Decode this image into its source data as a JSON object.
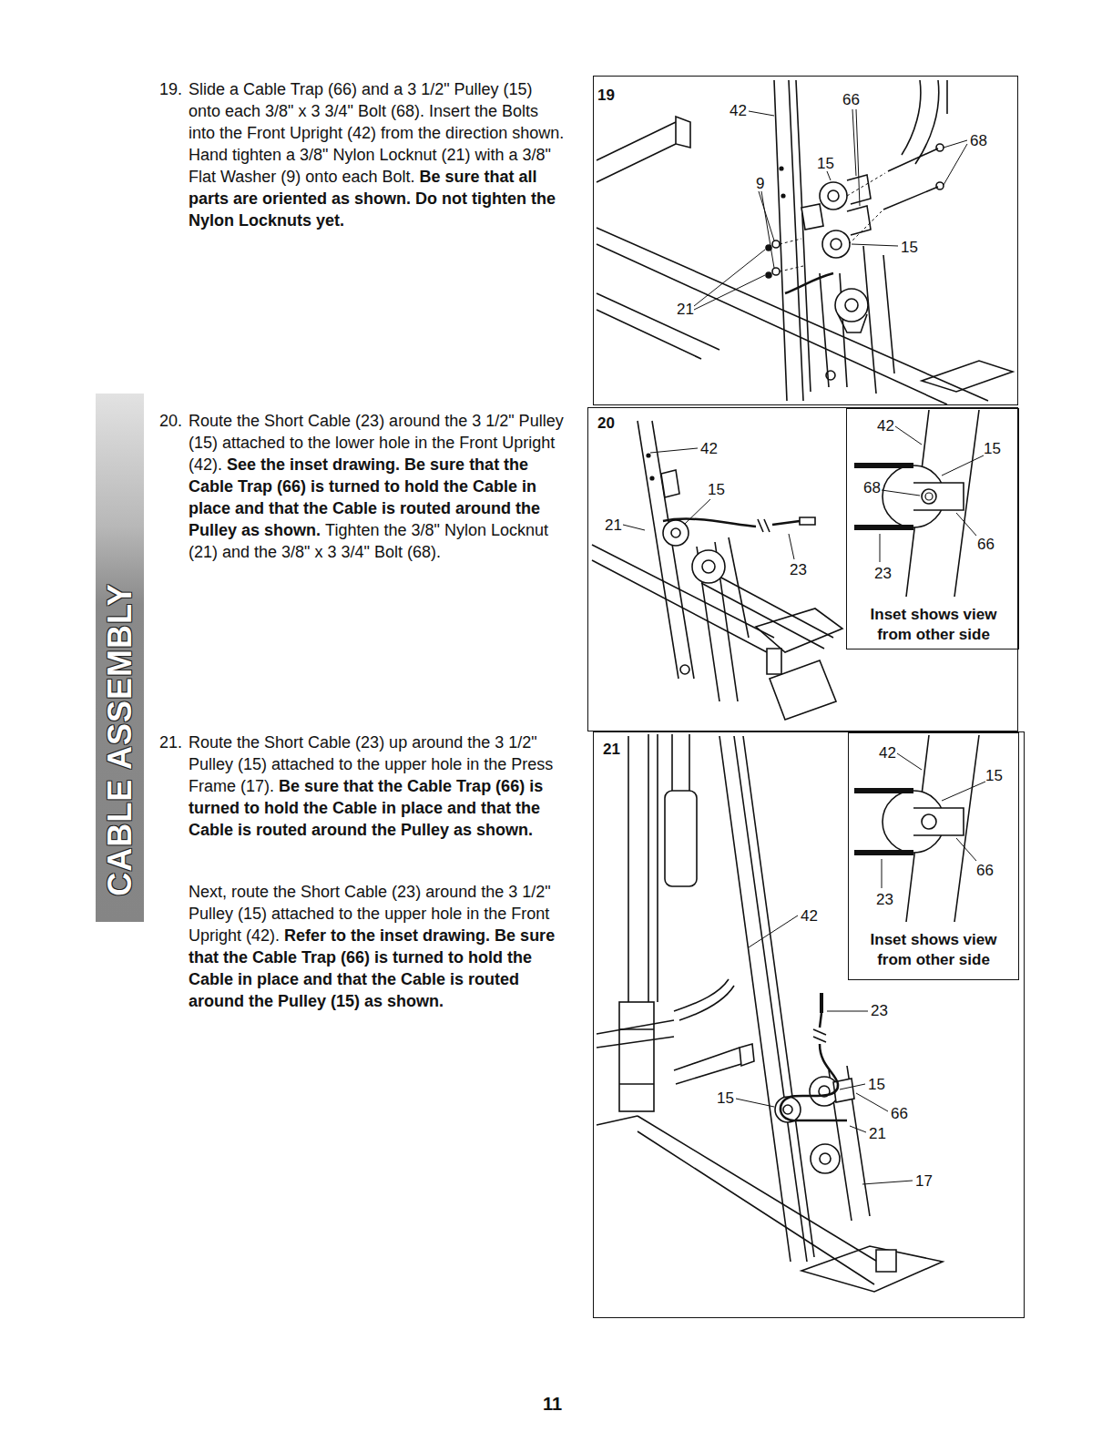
{
  "diagram": {
    "nodes": [
      {
        "text": [
          "CABLE ASSEMBLY"
        ]
      },
      {
        "text": [
          "19",
          "42",
          "66",
          "68",
          "15",
          "9",
          "15",
          "21"
        ]
      },
      {
        "text": [
          "20",
          "42",
          "15",
          "21",
          "23"
        ]
      },
      {
        "text": [
          "42",
          "15",
          "68",
          "66",
          "23",
          "Inset shows view from other side"
        ],
        "in": 2
      },
      {
        "text": [
          "21",
          "42",
          "23",
          "15",
          "15",
          "66",
          "21",
          "17"
        ]
      },
      {
        "text": [
          "42",
          "15",
          "66",
          "23",
          "Inset shows view from other side"
        ],
        "in": 4
      }
    ],
    "edges": [],
    "labels": [
      "19.",
      "Slide a Cable Trap (66) and a 3 1/2\" Pulley (15) onto each 3/8\" x 3 3/4\" Bolt (68). Insert the Bolts into the Front Upright (42) from the direction shown. Hand tighten a 3/8\" Nylon Locknut (21) with a 3/8\" Flat Washer (9) onto each Bolt.",
      "Be sure that all parts are oriented as shown. Do not tighten the Nylon Locknuts yet.",
      "20.",
      "Route the Short Cable (23) around the 3 1/2\" Pulley (15) attached to the lower hole in the Front Upright (42).",
      "See the inset drawing. Be sure that the Cable Trap (66) is turned to hold the Cable in place and that the Cable is routed around the Pulley as shown.",
      "Tighten the 3/8\" Nylon Locknut (21) and the 3/8\" x 3 3/4\" Bolt (68).",
      "21.",
      "Route the Short Cable (23) up around the 3 1/2\" Pulley (15) attached to the upper hole in the Press Frame (17).",
      "Be sure that the Cable Trap (66) is turned to hold the Cable in place and that the Cable is routed around the Pulley as shown.",
      "Next, route the Short Cable (23) around the 3 1/2\" Pulley (15) attached to the upper hole in the Front Upright (42).",
      "Refer to the inset drawing. Be sure that the Cable Trap (66) is turned to hold the Cable in place and that the Cable is routed around the Pulley (15) as shown.",
      "11"
    ]
  }
}
